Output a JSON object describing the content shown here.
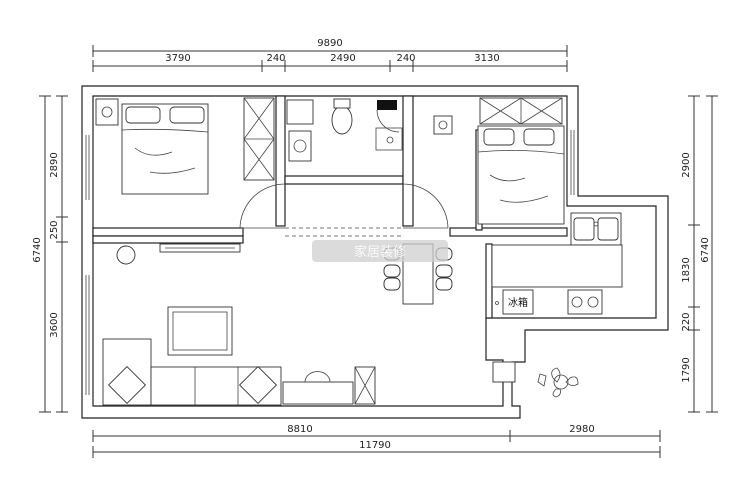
{
  "dimensions": {
    "top_total": "9890",
    "top_segments": [
      "3790",
      "240",
      "2490",
      "240",
      "3130"
    ],
    "left_total": "6740",
    "left_segments": [
      "2890",
      "250",
      "3600"
    ],
    "right_total": "6740",
    "right_segments": [
      "2900",
      "1830",
      "220",
      "1790"
    ],
    "bottom_segments": [
      "8810",
      "2980"
    ],
    "bottom_total": "11790"
  },
  "labels": {
    "fridge": "冰箱"
  },
  "watermark": {
    "text": "家居装修"
  }
}
